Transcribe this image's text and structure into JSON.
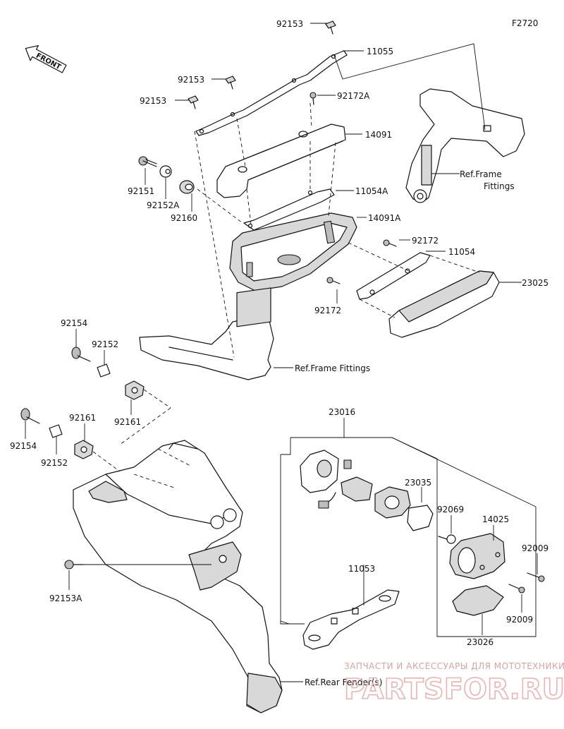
{
  "diagram_code": "F2720",
  "front_label": "FRONT",
  "callouts": {
    "p92153_top": "92153",
    "p11055": "11055",
    "p92153_mid": "92153",
    "p92172A": "92172A",
    "p92153_left": "92153",
    "p14091": "14091",
    "p92151": "92151",
    "p92152A": "92152A",
    "p92160": "92160",
    "p11054A": "11054A",
    "p14091A": "14091A",
    "p92172_top": "92172",
    "p11054": "11054",
    "p23025": "23025",
    "p92172_bottom": "92172",
    "p92154_top": "92154",
    "p92152_top": "92152",
    "p92161_top": "92161",
    "p92154_bottom": "92154",
    "p92161_bottom": "92161",
    "p92152_bottom": "92152",
    "p23016": "23016",
    "p23035": "23035",
    "p92069": "92069",
    "p14025": "14025",
    "p92009_top": "92009",
    "p92009_bottom": "92009",
    "p92153A": "92153A",
    "p11053": "11053",
    "p23026": "23026"
  },
  "references": {
    "frame_fittings_top_line1": "Ref.Frame",
    "frame_fittings_top_line2": "Fittings",
    "frame_fittings_mid": "Ref.Frame Fittings",
    "rear_fender": "Ref.Rear Fender(s)"
  },
  "watermark": {
    "tagline": "ЗАПЧАСТИ И АКСЕССУАРЫ ДЛЯ МОТОТЕХНИКИ",
    "brand": "PARTSFOR.RU"
  }
}
